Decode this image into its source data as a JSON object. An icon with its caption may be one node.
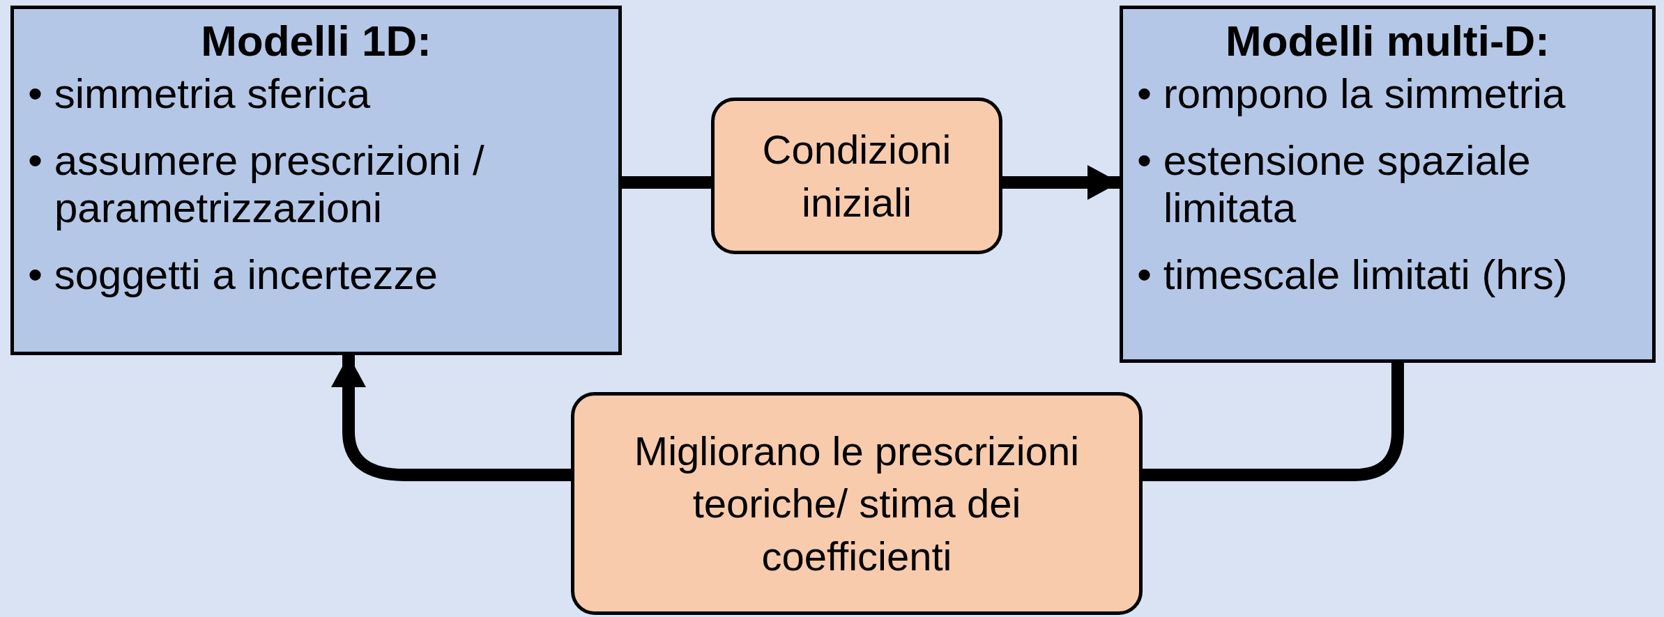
{
  "diagram": {
    "nodes": [
      {
        "text": [
          "Modelli 1D:",
          "• simmetria sferica",
          "• assumere prescrizioni / parametrizzazioni",
          "• soggetti a incertezze"
        ]
      },
      {
        "text": [
          "Modelli multi-D:",
          "• rompono la simmetria",
          "• estensione spaziale limitata",
          "• timescale limitati (hrs)"
        ]
      },
      {
        "text": [
          "Condizioni iniziali"
        ]
      },
      {
        "text": [
          "Migliorano le prescrizioni teoriche/ stima dei coefficienti"
        ]
      }
    ],
    "edges": [
      {
        "from": 0,
        "to": 2,
        "arrow": "none"
      },
      {
        "from": 2,
        "to": 1,
        "arrow": "to"
      },
      {
        "from": 1,
        "to": 3,
        "arrow": "none"
      },
      {
        "from": 3,
        "to": 0,
        "arrow": "to"
      }
    ]
  }
}
